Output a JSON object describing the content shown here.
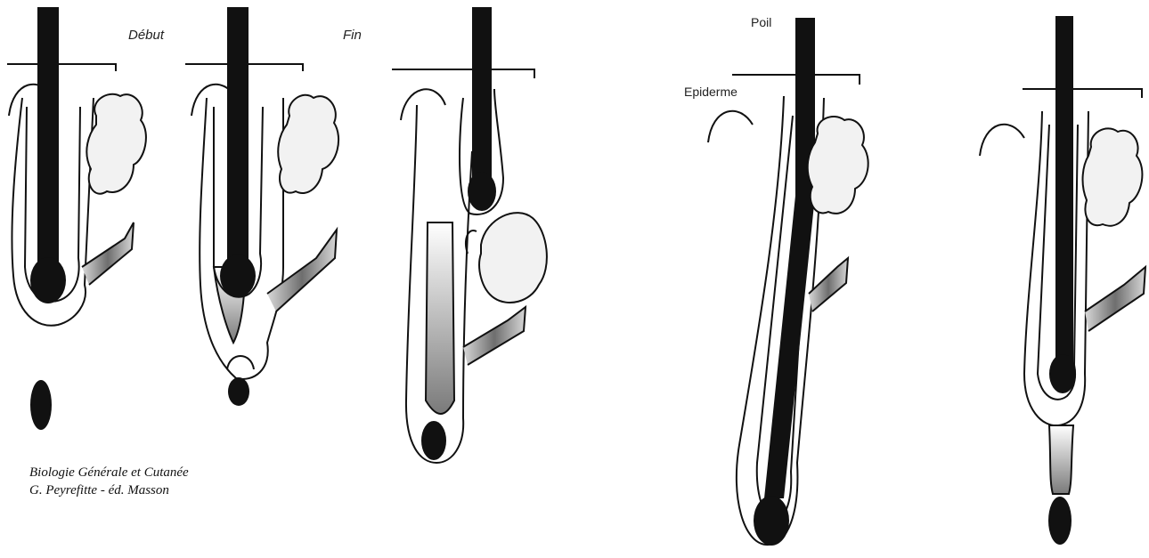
{
  "labels": {
    "debut": "Début",
    "fin": "Fin",
    "poil": "Poil",
    "epiderme": "Epiderme"
  },
  "citation": {
    "line1": "Biologie Générale et Cutanée",
    "line2": "G. Peyrefitte - éd. Masson"
  },
  "colors": {
    "hair_shaft": "#111111",
    "outline": "#111111",
    "gland_fill": "#f2f2f2",
    "sheath_shade": "#9a9a9a",
    "background": "#ffffff"
  }
}
